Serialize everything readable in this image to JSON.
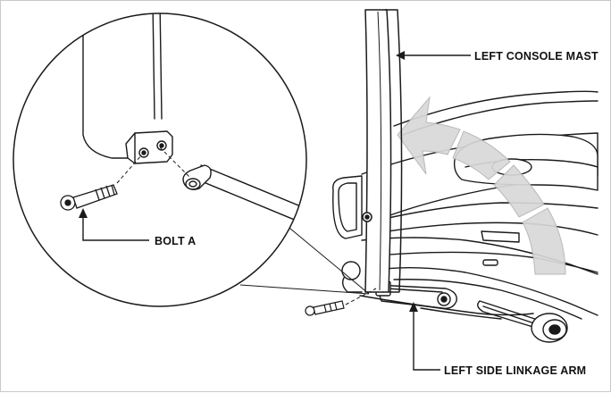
{
  "labels": {
    "left_console_mast": "LEFT CONSOLE MAST",
    "bolt_a": "BOLT A",
    "left_side_linkage_arm": "LEFT SIDE LINKAGE ARM"
  },
  "icons": {
    "rotation_arrow": "curved-arrow-icon"
  },
  "colors": {
    "line": "#1a1a1a",
    "arrow_fill": "#d8d8d8",
    "background": "#ffffff"
  }
}
